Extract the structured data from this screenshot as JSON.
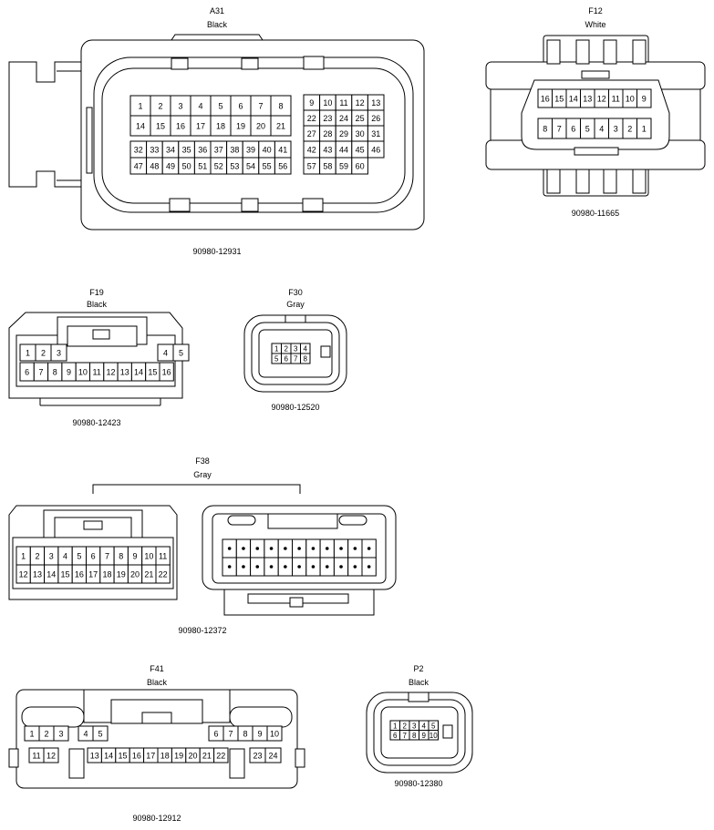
{
  "connectors": {
    "a31": {
      "name": "A31",
      "color": "Black",
      "part": "90980-12931"
    },
    "f12": {
      "name": "F12",
      "color": "White",
      "part": "90980-11665"
    },
    "f19": {
      "name": "F19",
      "color": "Black",
      "part": "90980-12423"
    },
    "f30": {
      "name": "F30",
      "color": "Gray",
      "part": "90980-12520"
    },
    "f38": {
      "name": "F38",
      "color": "Gray",
      "part": "90980-12372"
    },
    "f41": {
      "name": "F41",
      "color": "Black",
      "part": "90980-12912"
    },
    "p2": {
      "name": "P2",
      "color": "Black",
      "part": "90980-12380"
    }
  },
  "pins": {
    "a31": [
      [
        "1",
        "2",
        "3",
        "4",
        "5",
        "6",
        "7",
        "8"
      ],
      [
        "14",
        "15",
        "16",
        "17",
        "18",
        "19",
        "20",
        "21"
      ],
      [
        "32",
        "33",
        "34",
        "35",
        "36",
        "37",
        "38",
        "39",
        "40",
        "41"
      ],
      [
        "47",
        "48",
        "49",
        "50",
        "51",
        "52",
        "53",
        "54",
        "55",
        "56"
      ],
      [
        "9",
        "10",
        "11",
        "12",
        "13"
      ],
      [
        "22",
        "23",
        "24",
        "25",
        "26"
      ],
      [
        "27",
        "28",
        "29",
        "30",
        "31"
      ],
      [
        "42",
        "43",
        "44",
        "45",
        "46"
      ],
      [
        "57",
        "58",
        "59",
        "60"
      ]
    ],
    "f12": [
      [
        "16",
        "15",
        "14",
        "13",
        "12",
        "11",
        "10",
        "9"
      ],
      [
        "8",
        "7",
        "6",
        "5",
        "4",
        "3",
        "2",
        "1"
      ]
    ],
    "f19": [
      [
        "1",
        "2",
        "3"
      ],
      [
        "4",
        "5"
      ],
      [
        "6",
        "7",
        "8",
        "9",
        "10",
        "11",
        "12",
        "13",
        "14",
        "15",
        "16"
      ]
    ],
    "f30": [
      [
        "1",
        "2",
        "3",
        "4"
      ],
      [
        "5",
        "6",
        "7",
        "8"
      ]
    ],
    "f38": [
      [
        "1",
        "2",
        "3",
        "4",
        "5",
        "6",
        "7",
        "8",
        "9",
        "10",
        "11"
      ],
      [
        "12",
        "13",
        "14",
        "15",
        "16",
        "17",
        "18",
        "19",
        "20",
        "21",
        "22"
      ]
    ],
    "f41": [
      [
        "1",
        "2",
        "3"
      ],
      [
        "4",
        "5"
      ],
      [
        "6",
        "7",
        "8",
        "9",
        "10"
      ],
      [
        "11",
        "12"
      ],
      [
        "13",
        "14",
        "15",
        "16",
        "17",
        "18",
        "19",
        "20",
        "21",
        "22"
      ],
      [
        "23",
        "24"
      ]
    ],
    "p2": [
      [
        "1",
        "2",
        "3",
        "4",
        "5"
      ],
      [
        "6",
        "7",
        "8",
        "9",
        "10"
      ]
    ]
  }
}
